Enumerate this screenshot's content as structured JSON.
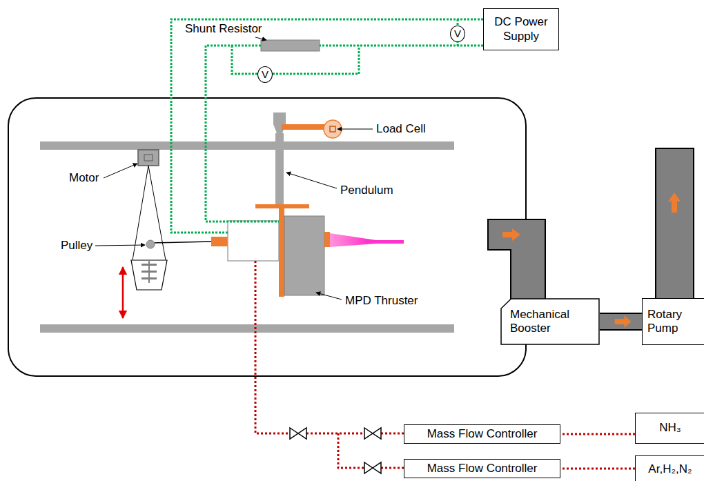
{
  "diagram": {
    "nodes": [
      {
        "text": [
          "DC Power Supply"
        ]
      },
      {
        "text": [
          "V"
        ]
      },
      {
        "text": [
          "V"
        ]
      },
      {
        "text": [
          "Mechanical Booster"
        ]
      },
      {
        "text": [
          "Rotary Pump"
        ]
      },
      {
        "text": [
          "Mass Flow Controller"
        ]
      },
      {
        "text": [
          "NH₃"
        ]
      },
      {
        "text": [
          "Mass Flow Controller"
        ]
      },
      {
        "text": [
          "Ar,H₂,N₂"
        ]
      }
    ],
    "edges": [
      {
        "from": 3,
        "to": 4,
        "arrow": "to"
      },
      {
        "from": 6,
        "to": 5,
        "arrow": "none"
      },
      {
        "from": 8,
        "to": 7,
        "arrow": "none"
      }
    ],
    "labels": [
      "Shunt Resistor",
      "Load Cell",
      "Motor",
      "Pendulum",
      "Pulley",
      "MPD Thruster"
    ]
  }
}
